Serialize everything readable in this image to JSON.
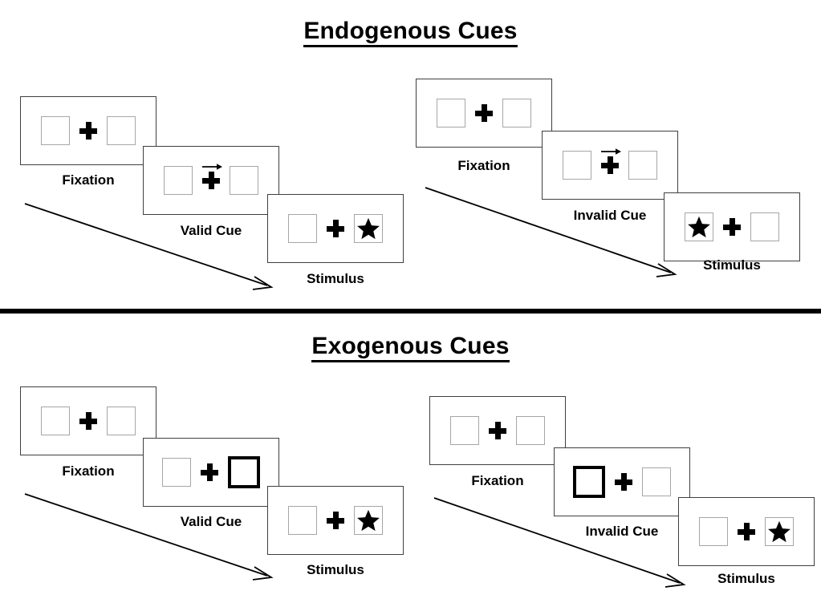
{
  "sections": [
    {
      "id": "endogenous",
      "title": "Endogenous Cues",
      "groups": [
        {
          "id": "endogenous-valid",
          "condition": "valid",
          "panels": [
            {
              "label": "Fixation",
              "left_box": "empty",
              "right_box": "empty",
              "cue": "none"
            },
            {
              "label": "Valid Cue",
              "left_box": "empty",
              "right_box": "empty",
              "cue": "arrow-right"
            },
            {
              "label": "Stimulus",
              "left_box": "empty",
              "right_box": "star",
              "cue": "none"
            }
          ]
        },
        {
          "id": "endogenous-invalid",
          "condition": "invalid",
          "panels": [
            {
              "label": "Fixation",
              "left_box": "empty",
              "right_box": "empty",
              "cue": "none"
            },
            {
              "label": "Invalid Cue",
              "left_box": "empty",
              "right_box": "empty",
              "cue": "arrow-right"
            },
            {
              "label": "Stimulus",
              "left_box": "star",
              "right_box": "empty",
              "cue": "none"
            }
          ]
        }
      ]
    },
    {
      "id": "exogenous",
      "title": "Exogenous Cues",
      "groups": [
        {
          "id": "exogenous-valid",
          "condition": "valid",
          "panels": [
            {
              "label": "Fixation",
              "left_box": "empty",
              "right_box": "empty",
              "cue": "none"
            },
            {
              "label": "Valid Cue",
              "left_box": "empty",
              "right_box": "cued",
              "cue": "none"
            },
            {
              "label": "Stimulus",
              "left_box": "empty",
              "right_box": "star",
              "cue": "none"
            }
          ]
        },
        {
          "id": "exogenous-invalid",
          "condition": "invalid",
          "panels": [
            {
              "label": "Fixation",
              "left_box": "empty",
              "right_box": "empty",
              "cue": "none"
            },
            {
              "label": "Invalid Cue",
              "left_box": "cued",
              "right_box": "empty",
              "cue": "none"
            },
            {
              "label": "Stimulus",
              "left_box": "empty",
              "right_box": "star",
              "cue": "none"
            }
          ]
        }
      ]
    }
  ],
  "icons": {
    "fixation_cross": "plus-icon",
    "cue_arrow": "arrow-right-icon",
    "target": "star-icon",
    "time_flow": "diagonal-arrow-icon"
  },
  "colors": {
    "ink": "#000000",
    "panel_border": "#3f3f3f",
    "box_border": "#a6a6a6",
    "cued_box_border": "#000000",
    "background": "#ffffff"
  }
}
